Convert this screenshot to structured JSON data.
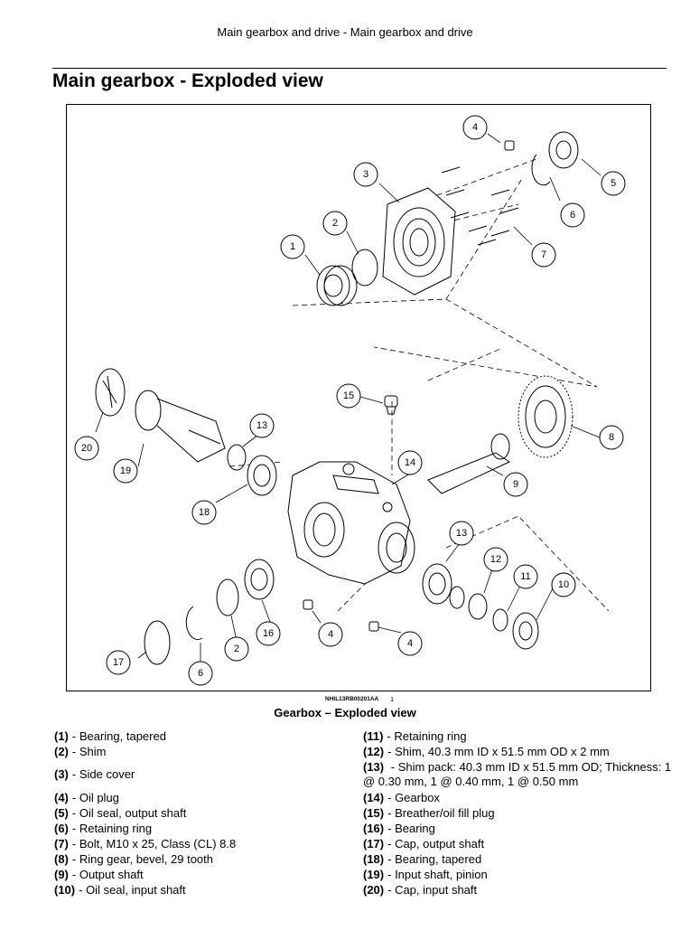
{
  "header": {
    "running_title": "Main gearbox and drive - Main gearbox and drive",
    "page_title": "Main gearbox - Exploded view"
  },
  "figure": {
    "id": "NHIL13RB00201AA",
    "number": "1",
    "caption": "Gearbox – Exploded view",
    "callouts": [
      "1",
      "2",
      "3",
      "4",
      "5",
      "6",
      "7",
      "8",
      "9",
      "10",
      "11",
      "12",
      "13",
      "14",
      "15",
      "16",
      "17",
      "18",
      "19",
      "20",
      "2",
      "4",
      "4",
      "6",
      "13"
    ]
  },
  "legend": {
    "left": [
      {
        "num": "(1)",
        "text": "- Bearing, tapered"
      },
      {
        "num": "(2)",
        "text": "- Shim"
      },
      {
        "num": "(3)",
        "text": "- Side cover"
      },
      {
        "num": "(4)",
        "text": "- Oil plug"
      },
      {
        "num": "(5)",
        "text": "- Oil seal, output shaft"
      },
      {
        "num": "(6)",
        "text": "- Retaining ring"
      },
      {
        "num": "(7)",
        "text": "- Bolt, M10 x 25, Class (CL) 8.8"
      },
      {
        "num": "(8)",
        "text": "- Ring gear, bevel, 29 tooth"
      },
      {
        "num": "(9)",
        "text": "- Output shaft"
      },
      {
        "num": "(10)",
        "text": "- Oil seal, input shaft"
      }
    ],
    "right": [
      {
        "num": "(11)",
        "text": "- Retaining ring"
      },
      {
        "num": "(12)",
        "text": "- Shim, 40.3 mm ID x 51.5 mm OD x 2 mm"
      },
      {
        "num": "(13)",
        "text": "- Shim pack: 40.3 mm ID x 51.5 mm OD; Thickness: 1 @ 0.30 mm, 1 @ 0.40 mm, 1 @ 0.50 mm"
      },
      {
        "num": "(14)",
        "text": "- Gearbox"
      },
      {
        "num": "(15)",
        "text": "- Breather/oil fill plug"
      },
      {
        "num": "(16)",
        "text": "- Bearing"
      },
      {
        "num": "(17)",
        "text": "- Cap, output shaft"
      },
      {
        "num": "(18)",
        "text": "- Bearing, tapered"
      },
      {
        "num": "(19)",
        "text": "- Input shaft, pinion"
      },
      {
        "num": "(20)",
        "text": "- Cap, input shaft"
      }
    ]
  }
}
